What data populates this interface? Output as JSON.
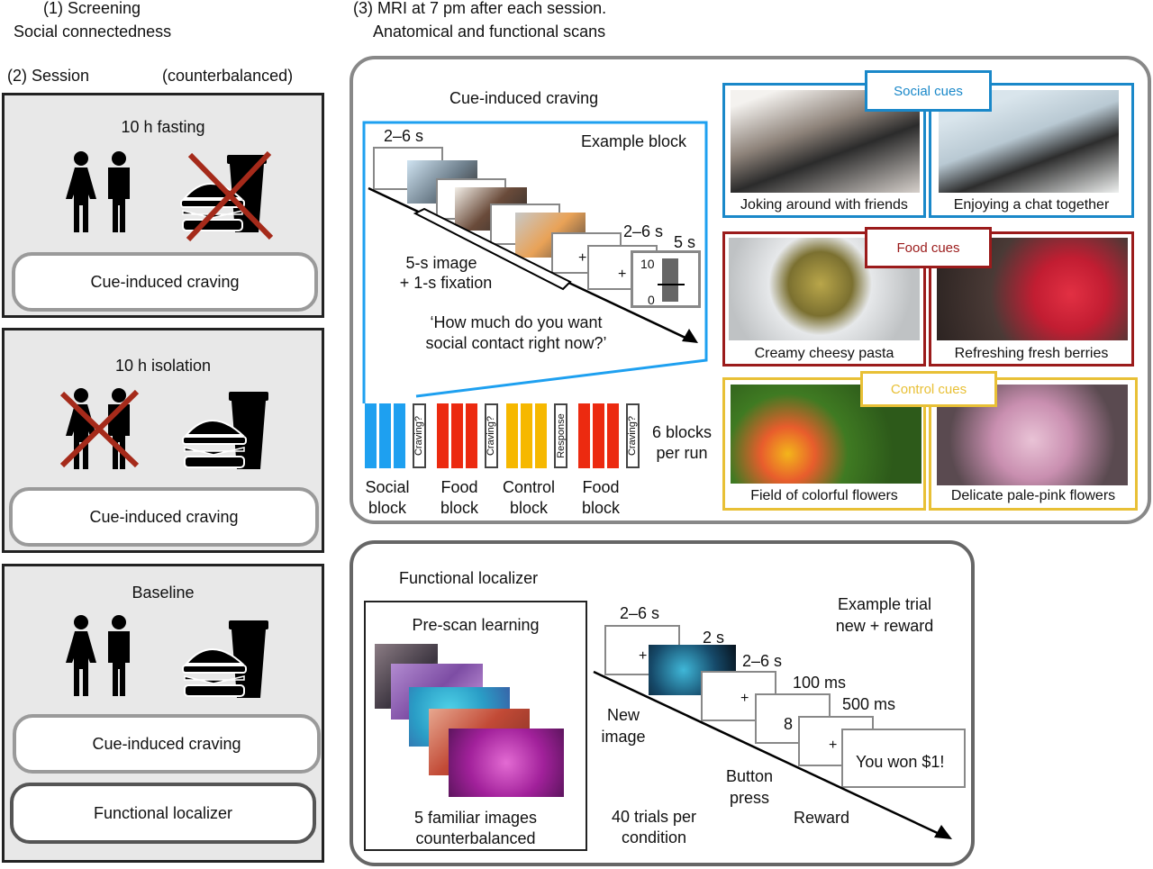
{
  "header": {
    "screening_line1": "(1) Screening",
    "screening_line2": "Social connectedness",
    "session_label": "(2) Session",
    "counterbalanced": "(counterbalanced)",
    "mri_line1": "(3) MRI at 7 pm after each session.",
    "mri_line2": "Anatomical and functional scans"
  },
  "sessions": [
    {
      "title": "10 h fasting",
      "social_crossed": false,
      "food_crossed": true,
      "tasks": [
        "Cue-induced craving"
      ]
    },
    {
      "title": "10 h isolation",
      "social_crossed": true,
      "food_crossed": false,
      "tasks": [
        "Cue-induced craving"
      ]
    },
    {
      "title": "Baseline",
      "social_crossed": false,
      "food_crossed": false,
      "tasks": [
        "Cue-induced craving",
        "Functional localizer"
      ]
    }
  ],
  "craving": {
    "title": "Cue-induced craving",
    "example_block": "Example block",
    "fixation_time": "2–6 s",
    "fixation_time_2": "2–6 s",
    "rating_time": "5 s",
    "image_note_1": "5-s image",
    "image_note_2": "+ 1-s fixation",
    "fix_symbol": "+",
    "scale_max": "10",
    "scale_min": "0",
    "question_1": "‘How much do you want",
    "question_2": "social contact right now?’",
    "blocks": [
      {
        "label1": "Social",
        "label2": "block",
        "color": "#1ea0f0",
        "response": "Craving?"
      },
      {
        "label1": "Food",
        "label2": "block",
        "color": "#ec2a10",
        "response": "Craving?"
      },
      {
        "label1": "Control",
        "label2": "block",
        "color": "#f6b800",
        "response": "Response"
      },
      {
        "label1": "Food",
        "label2": "block",
        "color": "#ec2a10",
        "response": "Craving?"
      }
    ],
    "blocks_note_1": "6 blocks",
    "blocks_note_2": "per run"
  },
  "cues": {
    "social": {
      "label": "Social cues",
      "color": "#1a88c9",
      "items": [
        "Joking around with friends",
        "Enjoying a chat together"
      ]
    },
    "food": {
      "label": "Food cues",
      "color": "#9b1b1b",
      "items": [
        "Creamy cheesy pasta",
        "Refreshing fresh berries"
      ]
    },
    "control": {
      "label": "Control cues",
      "color": "#e8c036",
      "items": [
        "Field of colorful flowers",
        "Delicate pale-pink flowers"
      ]
    }
  },
  "localizer": {
    "title": "Functional localizer",
    "prescan_title": "Pre-scan learning",
    "prescan_note_1": "5 familiar images",
    "prescan_note_2": "counterbalanced",
    "example_1": "Example trial",
    "example_2": "new + reward",
    "t_fix": "2–6 s",
    "t_img": "2 s",
    "t_fix2": "2–6 s",
    "t_num": "100 ms",
    "t_rew": "500 ms",
    "number": "8",
    "fix_symbol": "+",
    "reward_text": "You won $1!",
    "new_image_1": "New",
    "new_image_2": "image",
    "button_1": "Button",
    "button_2": "press",
    "reward_label": "Reward",
    "trials_1": "40 trials per",
    "trials_2": "condition"
  }
}
